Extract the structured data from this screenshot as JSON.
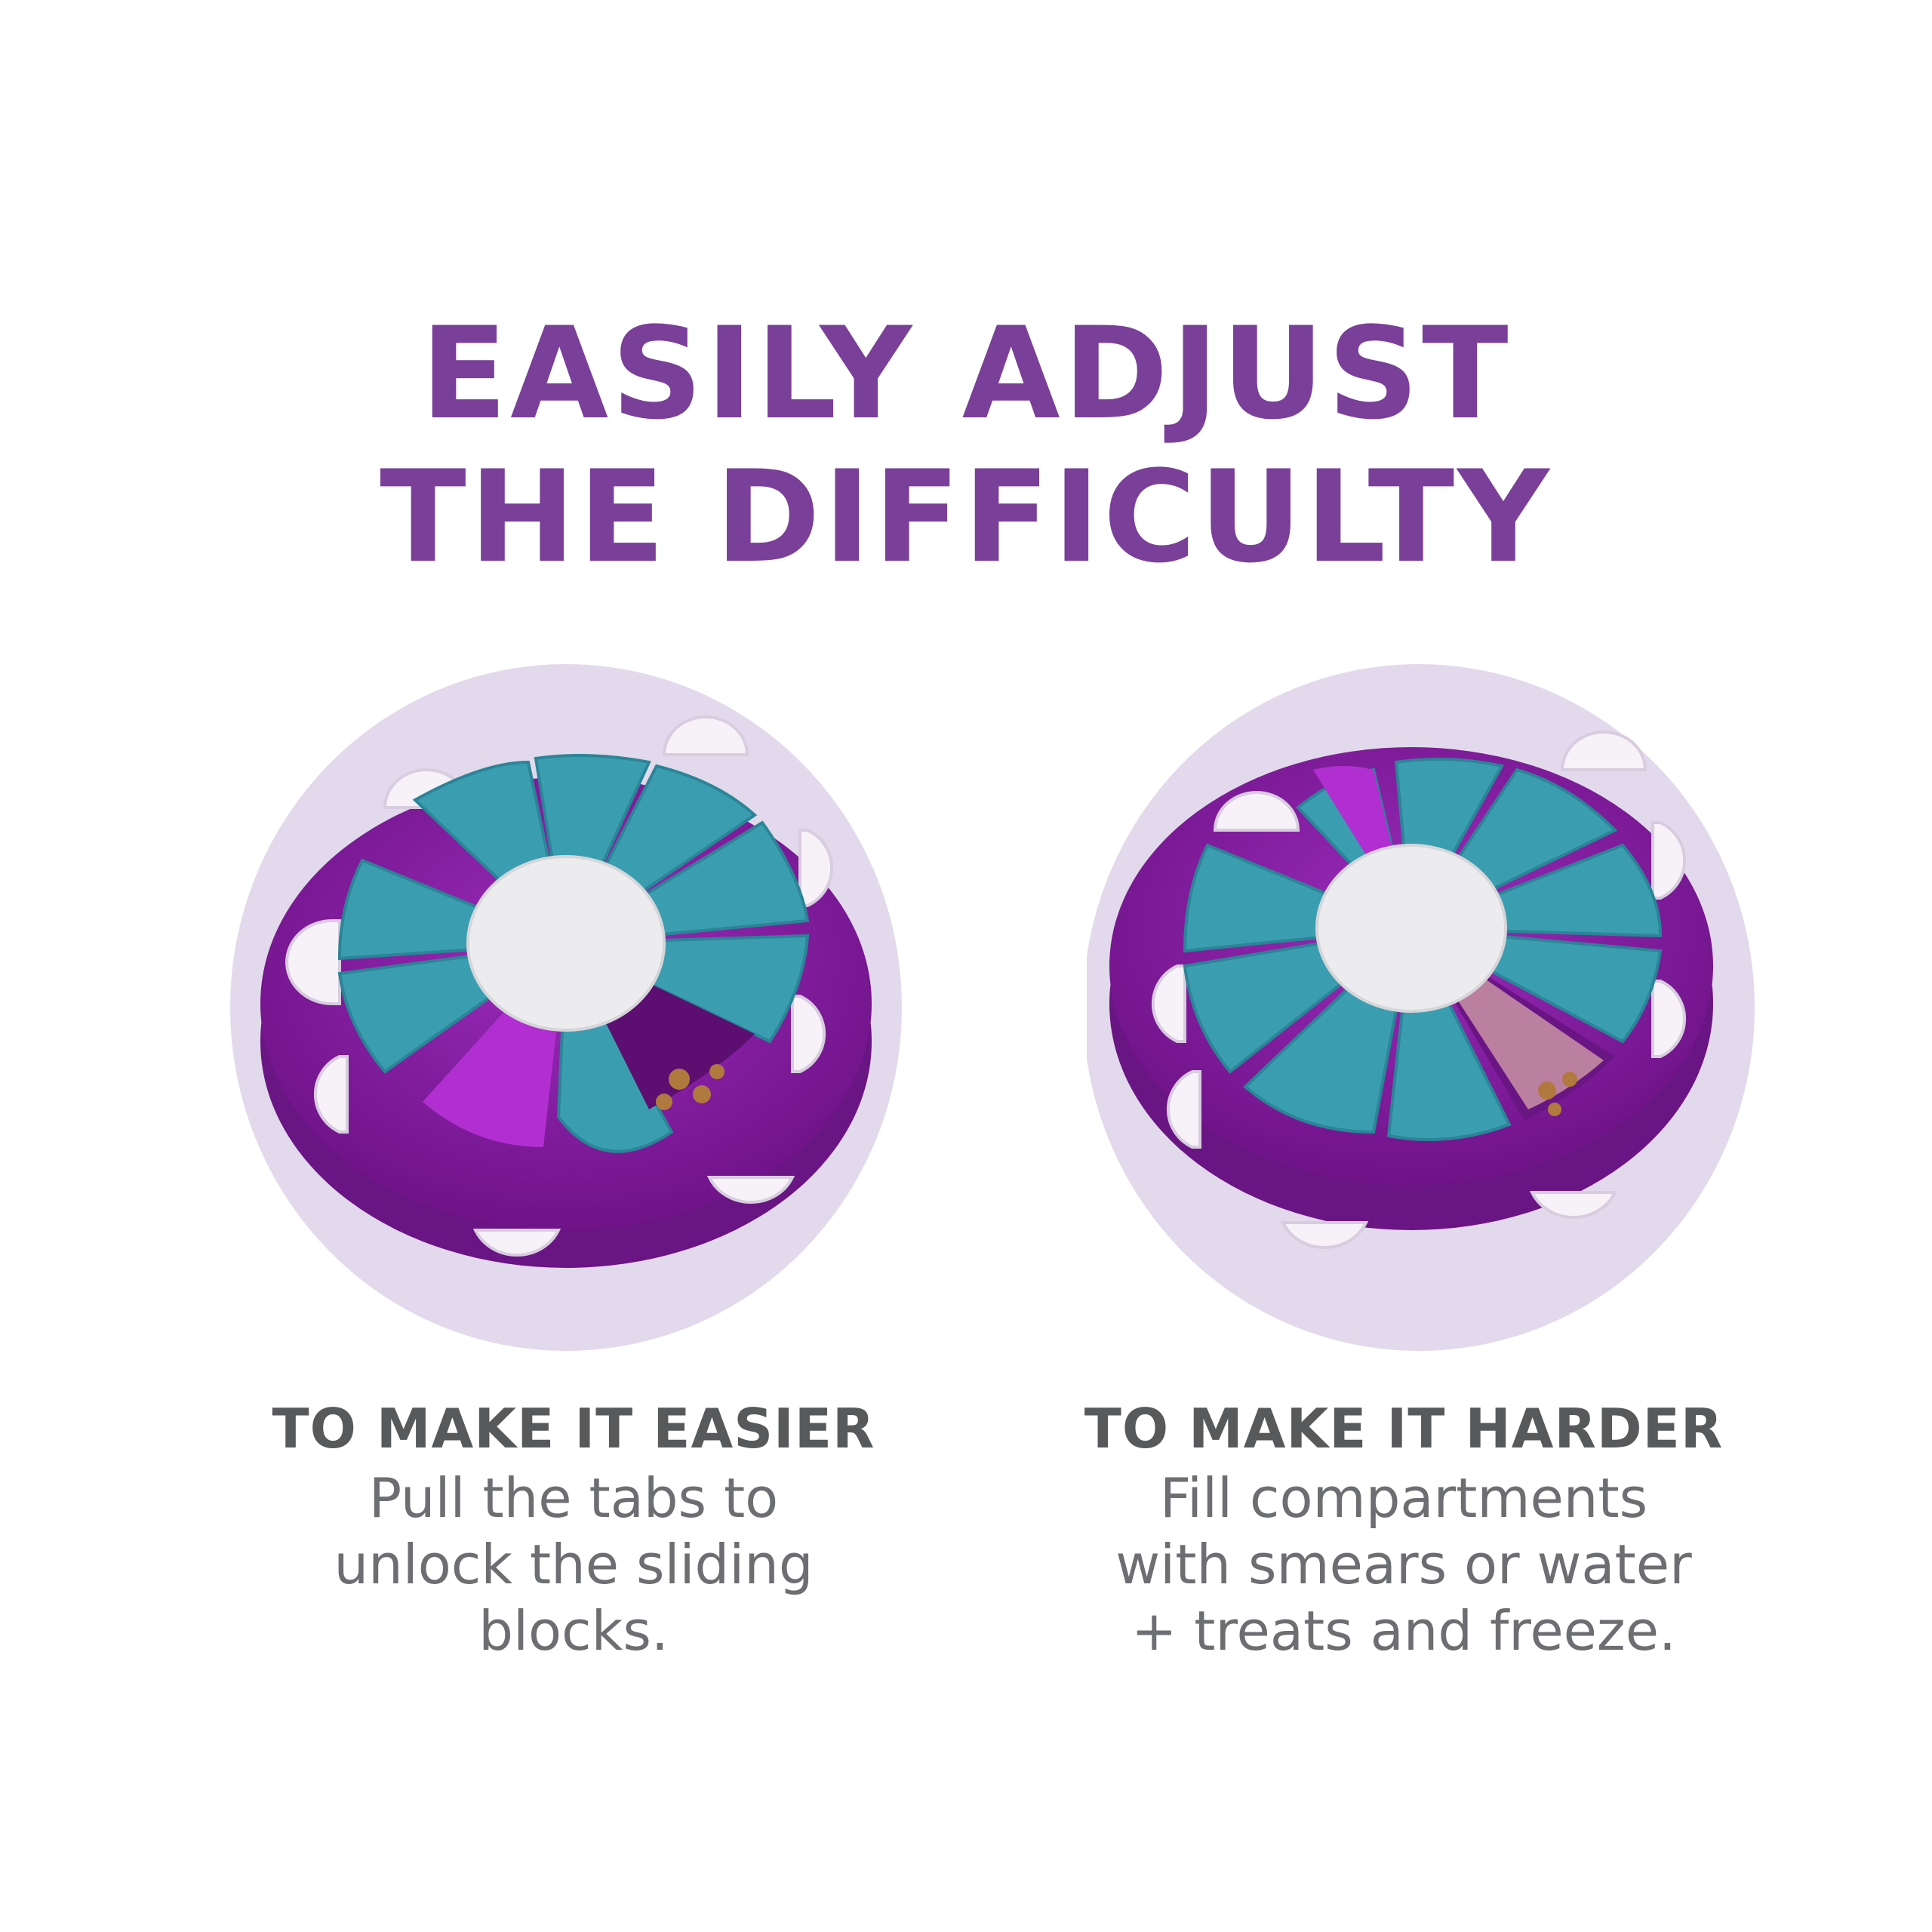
{
  "headline": {
    "line1": "EASILY ADJUST",
    "line2": "THE DIFFICULTY"
  },
  "panels": [
    {
      "title": "TO MAKE IT EASIER",
      "lines": [
        "Pull the tabs to",
        "unlock the sliding",
        "blocks."
      ]
    },
    {
      "title": "TO MAKE IT HARDER",
      "lines": [
        "Fill compartments",
        "with smears or water",
        "+ treats and freeze."
      ]
    }
  ],
  "colors": {
    "headline": "#7a3f98",
    "caption": "#58595b",
    "backdrop_circle": "#e3d9ec",
    "toy_base": "#8a1fa8",
    "toy_blocks": "#3a9eb0",
    "center_disc": "#ececee",
    "tabs": "#f4f0f6"
  }
}
